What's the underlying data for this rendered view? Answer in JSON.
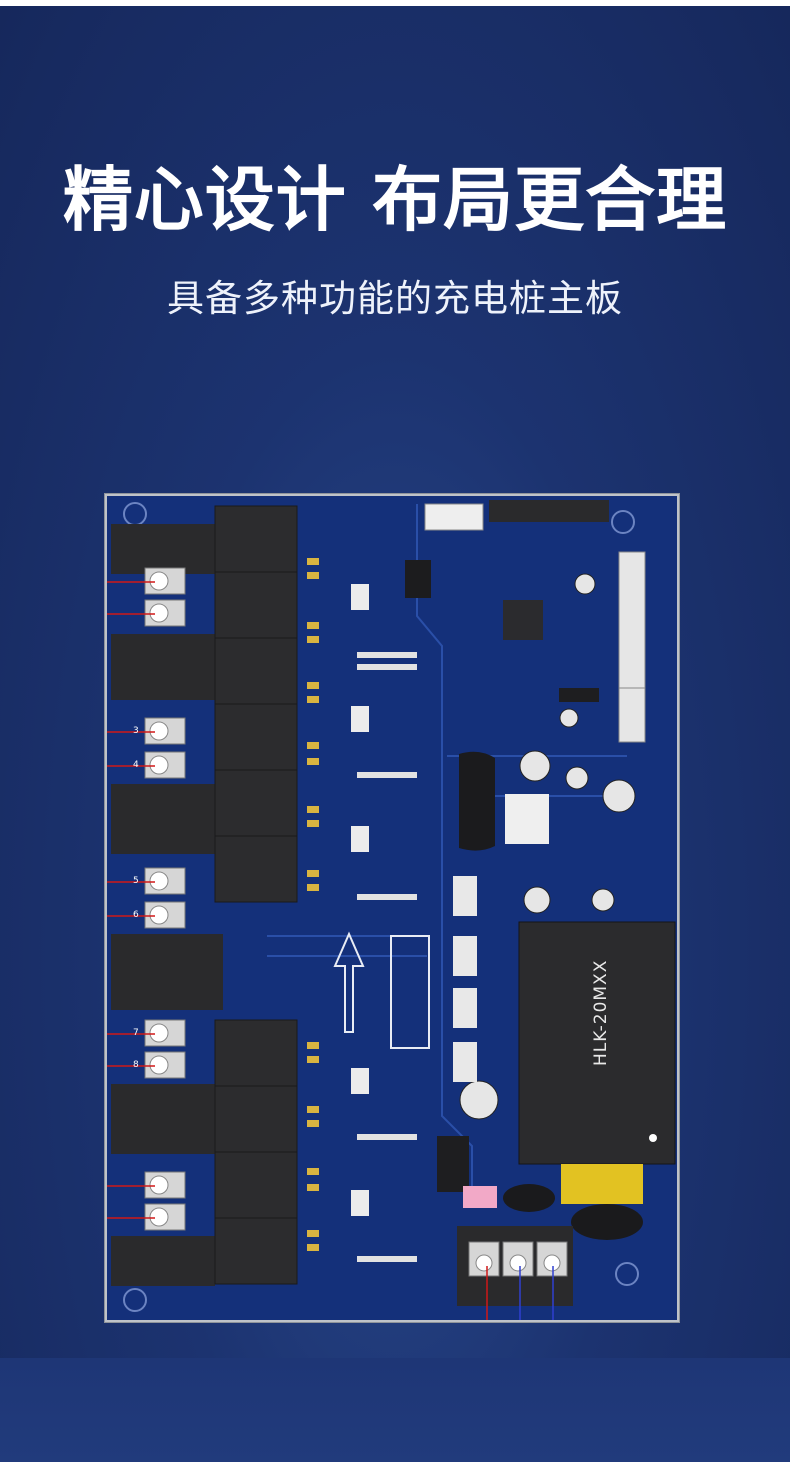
{
  "hero": {
    "title": "精心设计 布局更合理",
    "subtitle": "具备多种功能的充电桩主板"
  },
  "pcb": {
    "module_label": "HLK-20MXX",
    "pin_numbers": [
      "3",
      "4",
      "5",
      "6",
      "7",
      "8"
    ]
  },
  "next_section": {
    "title_partial": "..."
  },
  "colors": {
    "background": "#1c3370",
    "board": "#14307a"
  }
}
